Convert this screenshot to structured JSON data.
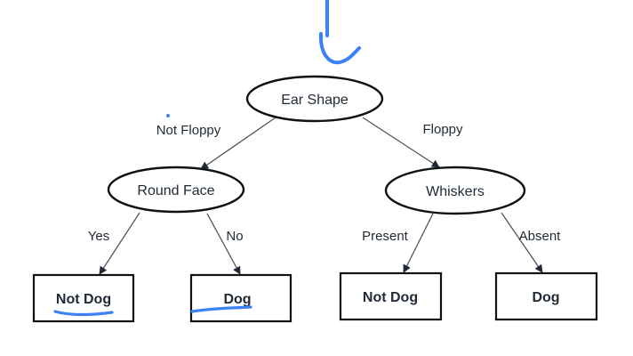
{
  "diagram": {
    "root": {
      "label": "Ear Shape"
    },
    "internal_nodes": {
      "round_face": {
        "label": "Round Face"
      },
      "whiskers": {
        "label": "Whiskers"
      }
    },
    "edges": {
      "not_floppy": "Not Floppy",
      "floppy": "Floppy",
      "yes": "Yes",
      "no": "No",
      "present": "Present",
      "absent": "Absent"
    },
    "leaves": {
      "leaf1": "Not Dog",
      "leaf2": "Dog",
      "leaf3": "Not Dog",
      "leaf4": "Dog"
    }
  },
  "colors": {
    "ink": "#1f2a36",
    "annotation": "#3b82f6"
  }
}
